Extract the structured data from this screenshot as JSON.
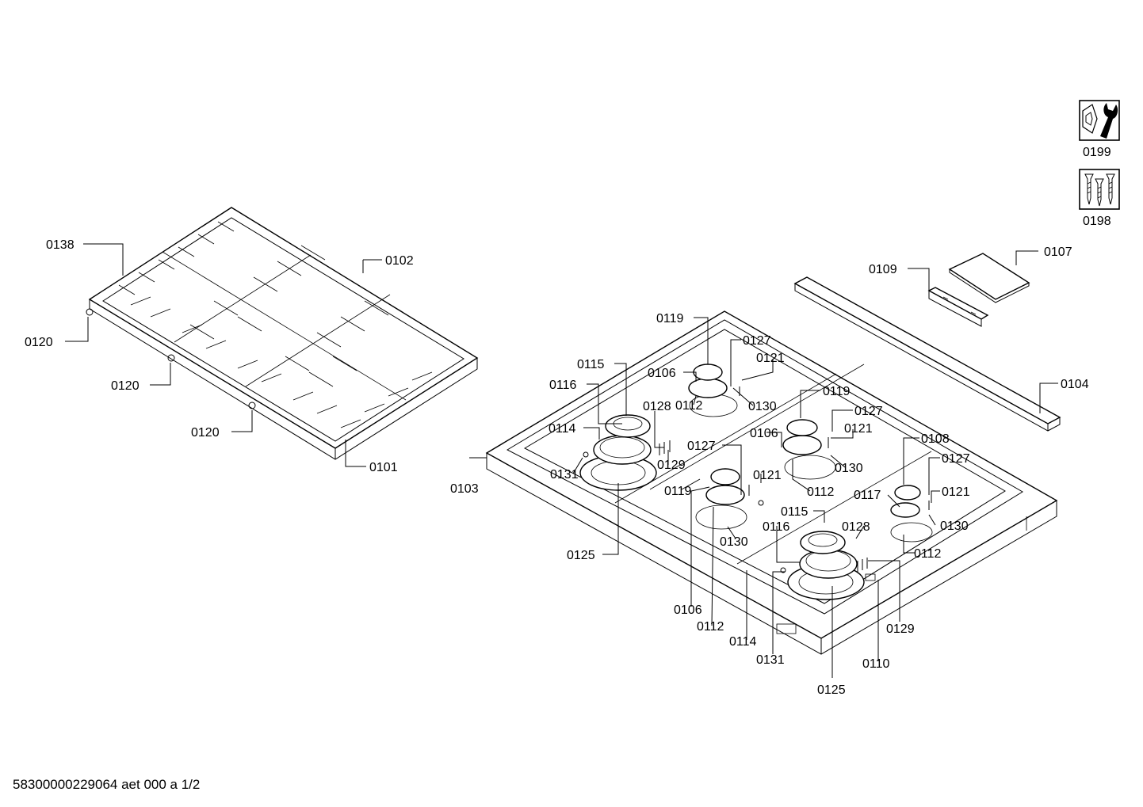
{
  "footer": "58300000229064 aet 000 a 1/2",
  "icons": [
    {
      "name": "tool-kit-icon",
      "code": "0199"
    },
    {
      "name": "screw-set-icon",
      "code": "0198"
    }
  ],
  "parts": {
    "p0138": "0138",
    "p0102": "0102",
    "p0120a": "0120",
    "p0120b": "0120",
    "p0120c": "0120",
    "p0101": "0101",
    "p0109": "0109",
    "p0107": "0107",
    "p0104": "0104",
    "p0119a": "0119",
    "p0127a": "0127",
    "p0121a": "0121",
    "p0115a": "0115",
    "p0106a": "0106",
    "p0116a": "0116",
    "p0130a": "0130",
    "p0112a": "0112",
    "p0128a": "0128",
    "p0119b": "0119",
    "p0127b": "0127",
    "p0114a": "0114",
    "p0127c": "0127",
    "p0106b": "0106",
    "p0121b": "0121",
    "p0108": "0108",
    "p0129a": "0129",
    "p0130b": "0130",
    "p0127d": "0127",
    "p0131a": "0131",
    "p0121c": "0121",
    "p0103": "0103",
    "p0112b": "0112",
    "p0119c": "0119",
    "p0117": "0117",
    "p0121d": "0121",
    "p0115b": "0115",
    "p0130c": "0130",
    "p0116b": "0116",
    "p0128b": "0128",
    "p0130d": "0130",
    "p0112c": "0112",
    "p0125a": "0125",
    "p0106c": "0106",
    "p0112d": "0112",
    "p0114b": "0114",
    "p0129b": "0129",
    "p0131b": "0131",
    "p0110": "0110",
    "p0125b": "0125"
  }
}
